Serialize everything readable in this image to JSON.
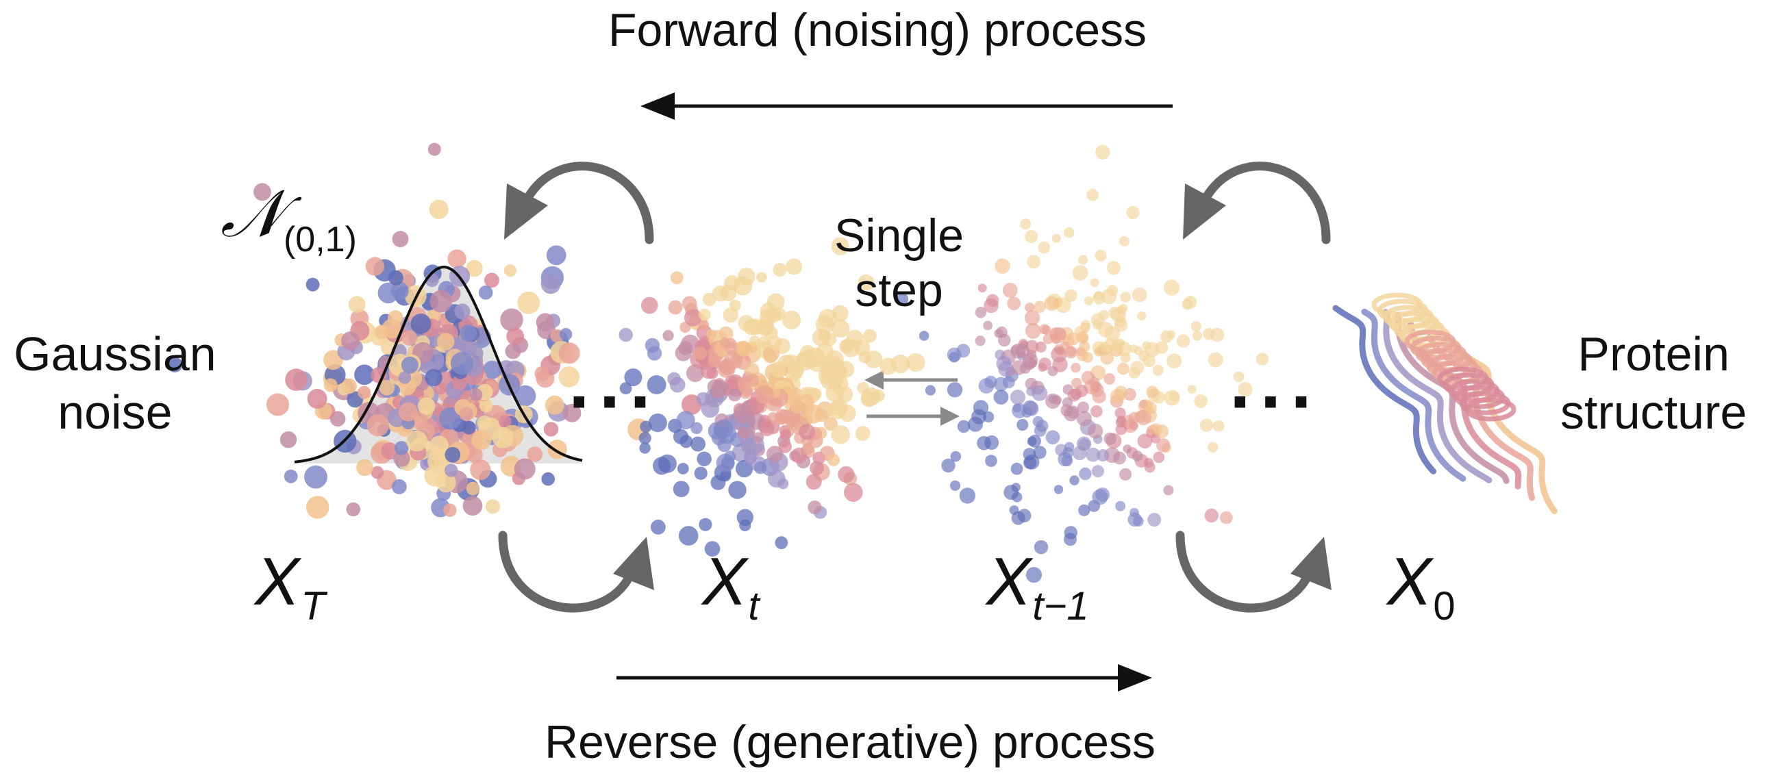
{
  "title_top": "Forward (noising) process",
  "title_bottom": "Reverse (generative) process",
  "left_label": [
    "Gaussian",
    "noise"
  ],
  "right_label": [
    "Protein",
    "structure"
  ],
  "middle_label": [
    "Single",
    "step"
  ],
  "normal_symbol": {
    "main": "𝒩",
    "sub": "(0,1)"
  },
  "states": [
    {
      "main": "X",
      "sub": "T"
    },
    {
      "main": "X",
      "sub": "t"
    },
    {
      "main": "X",
      "sub": "t−1"
    },
    {
      "main": "X",
      "sub": "0"
    }
  ],
  "ellipsis": "···",
  "colors": {
    "text": "#111111",
    "arrow_main": "#111111",
    "arrow_curved": "#666666",
    "arrow_small": "#8a8a8a",
    "gaussian_fill": "#e3e3e3",
    "palette": [
      "#5d6db8",
      "#8089c8",
      "#a094c6",
      "#c28ca4",
      "#d98b98",
      "#e9a596",
      "#f2c28e",
      "#f3d59c"
    ]
  }
}
